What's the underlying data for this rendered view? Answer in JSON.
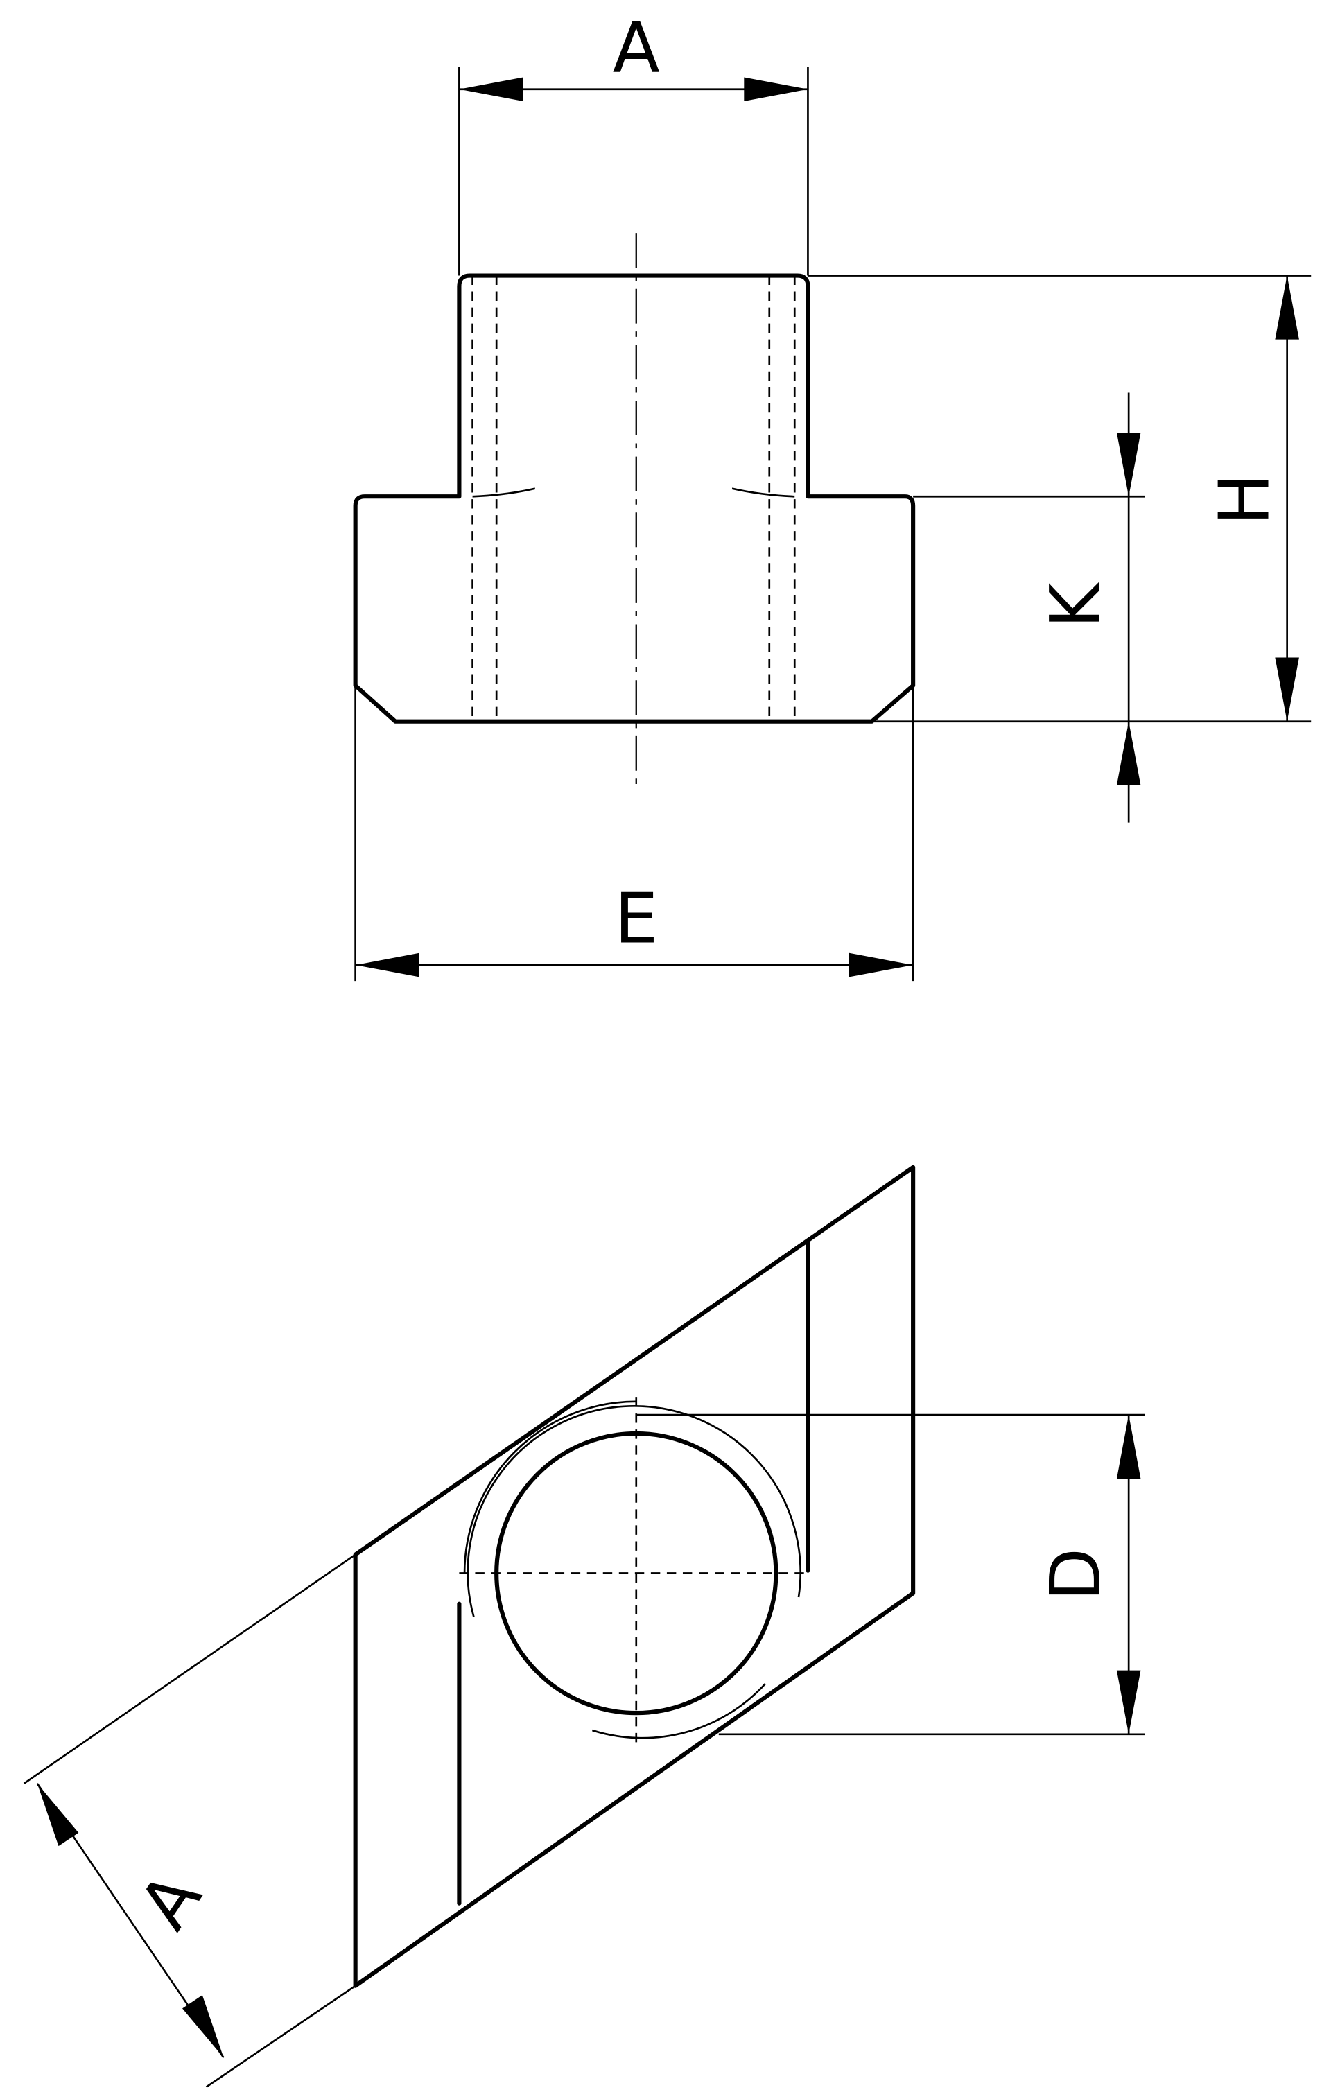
{
  "drawing": {
    "labels": {
      "top_width": "A",
      "height": "H",
      "flange_height": "K",
      "flange_width": "E",
      "bore_diameter": "D",
      "slot_width": "A"
    }
  }
}
